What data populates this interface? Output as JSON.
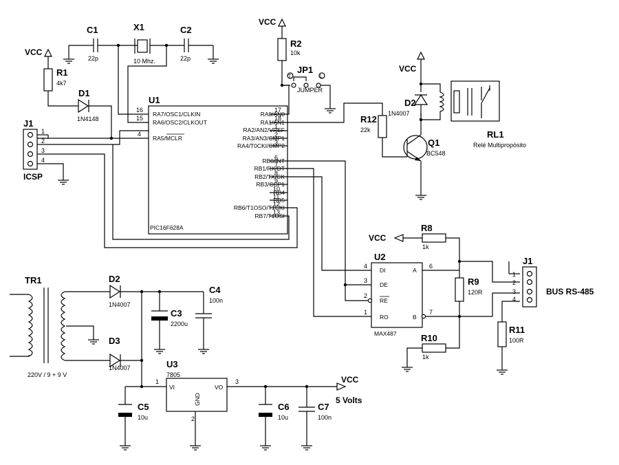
{
  "labels": {
    "vcc": "VCC",
    "icsp": "ICSP",
    "bus": "BUS RS-485",
    "five_volts": "5 Volts",
    "transformer_rating": "220V / 9 + 9 V"
  },
  "components": {
    "c1": {
      "ref": "C1",
      "value": "22p"
    },
    "c2": {
      "ref": "C2",
      "value": "22p"
    },
    "x1": {
      "ref": "X1",
      "value": "10 Mhz."
    },
    "r1": {
      "ref": "R1",
      "value": "4k7"
    },
    "d1": {
      "ref": "D1",
      "value": "1N4148"
    },
    "r2": {
      "ref": "R2",
      "value": "10k"
    },
    "jp1": {
      "ref": "JP1",
      "value": "JUMPER"
    },
    "d2r": {
      "ref": "D2",
      "value": "1N4007"
    },
    "r12": {
      "ref": "R12",
      "value": "22k"
    },
    "q1": {
      "ref": "Q1",
      "value": "BC548"
    },
    "rl1": {
      "ref": "RL1",
      "value": "Relé Multipropósito"
    },
    "u1": {
      "ref": "U1",
      "value": "PIC16F628A"
    },
    "j1a": {
      "ref": "J1"
    },
    "u2": {
      "ref": "U2",
      "value": "MAX487"
    },
    "r8": {
      "ref": "R8",
      "value": "1k"
    },
    "r9": {
      "ref": "R9",
      "value": "120R"
    },
    "r10": {
      "ref": "R10",
      "value": "1k"
    },
    "r11": {
      "ref": "R11",
      "value": "100R"
    },
    "j1b": {
      "ref": "J1"
    },
    "tr1": {
      "ref": "TR1"
    },
    "d2": {
      "ref": "D2",
      "value": "1N4007"
    },
    "d3": {
      "ref": "D3",
      "value": "1N4007"
    },
    "c3": {
      "ref": "C3",
      "value": "2200u"
    },
    "c4": {
      "ref": "C4",
      "value": "100n"
    },
    "u3": {
      "ref": "U3",
      "value": "7805",
      "vi": "VI",
      "vo": "VO",
      "gnd": "GND",
      "p1": "1",
      "p2": "2",
      "p3": "3"
    },
    "c5": {
      "ref": "C5",
      "value": "10u"
    },
    "c6": {
      "ref": "C6",
      "value": "10u"
    },
    "c7": {
      "ref": "C7",
      "value": "100n"
    }
  },
  "u1_left_pins": [
    {
      "num": "16",
      "name": "RA7/OSC1/CLKIN"
    },
    {
      "num": "15",
      "name": "RA6/OSC2/CLKOUT"
    },
    {
      "num": "4",
      "name": "RA5/MCLR"
    }
  ],
  "u1_right_pins": [
    {
      "num": "17",
      "name": "RA0/AN0"
    },
    {
      "num": "18",
      "name": "RA1/AN1"
    },
    {
      "num": "1",
      "name": "RA2/AN2/VREF"
    },
    {
      "num": "2",
      "name": "RA3/AN3/CMP1"
    },
    {
      "num": "3",
      "name": "RA4/T0CKI/CMP2"
    },
    {
      "num": "6",
      "name": "RB0/INT"
    },
    {
      "num": "7",
      "name": "RB1/RX/DT"
    },
    {
      "num": "8",
      "name": "RB2/TX/CK"
    },
    {
      "num": "9",
      "name": "RB3/CCP1"
    },
    {
      "num": "10",
      "name": "RB4"
    },
    {
      "num": "11",
      "name": "RB5"
    },
    {
      "num": "12",
      "name": "RB6/T1OSO/T1CKI"
    },
    {
      "num": "13",
      "name": "RB7/T1OSI"
    }
  ],
  "u2_left_pins": [
    {
      "num": "4",
      "name": "DI"
    },
    {
      "num": "3",
      "name": "DE"
    },
    {
      "num": "2",
      "name": "RE"
    },
    {
      "num": "1",
      "name": "RO"
    }
  ],
  "u2_right_pins": [
    {
      "num": "6",
      "name": "A"
    },
    {
      "num": "7",
      "name": "B"
    }
  ],
  "icsp_pins": [
    "1",
    "2",
    "3",
    "4"
  ],
  "bus_pins": [
    "1",
    "2",
    "3",
    "4"
  ],
  "jumper_marks": [
    "T",
    "L"
  ]
}
